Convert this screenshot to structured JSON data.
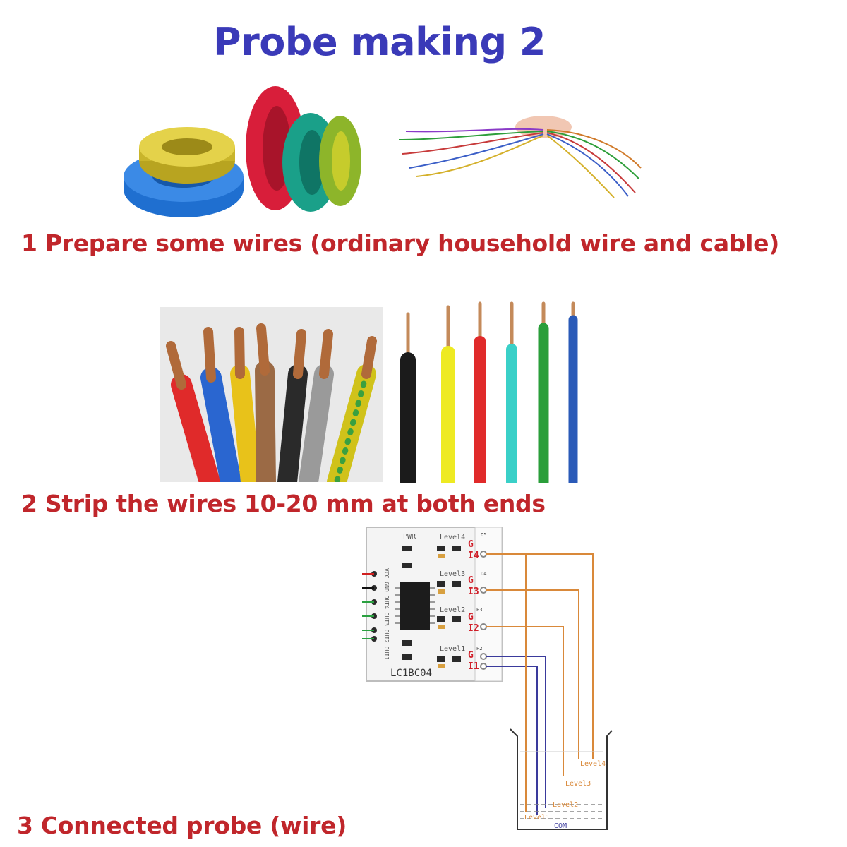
{
  "title": "Probe making  2",
  "steps": [
    {
      "label": "1 Prepare some wires (ordinary household wire and cable)"
    },
    {
      "label": "2 Strip the wires 10-20 mm at both ends"
    },
    {
      "label": "3 Connected probe (wire)"
    }
  ],
  "board": {
    "name": "LC1BC04",
    "pwr": "PWR",
    "levels": [
      "Level4",
      "Level3",
      "Level2",
      "Level1"
    ],
    "terminals": [
      "G",
      "I4",
      "G",
      "I3",
      "G",
      "I2",
      "G",
      "I1"
    ],
    "slots": [
      "D5",
      "D4",
      "P3",
      "P2"
    ],
    "header_pins": "VCC GND OUT4 OUT3 OUT2 OUT1"
  },
  "beaker": {
    "labels": [
      "Level4",
      "Level3",
      "Level2",
      "Level1",
      "COM"
    ]
  },
  "colors": {
    "title": "#3a3ab8",
    "step_text": "#c0262b",
    "wire_orange": "#d9893a",
    "wire_blue": "#3a3a9c"
  }
}
